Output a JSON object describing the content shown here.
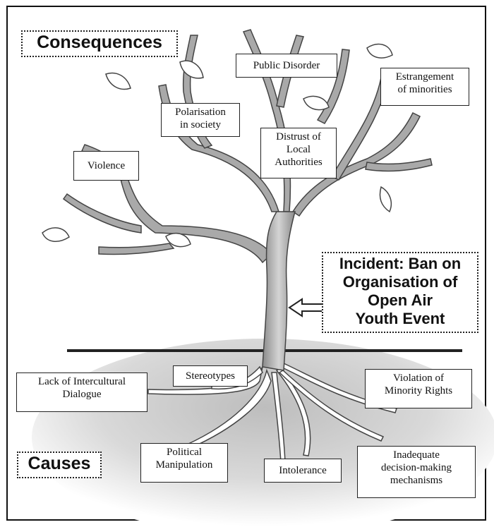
{
  "headings": {
    "consequences": "Consequences",
    "causes": "Causes",
    "incident": "Incident: Ban on\nOrganisation of\nOpen Air\nYouth Event"
  },
  "consequences": {
    "public_disorder": "Public Disorder",
    "estrangement": "Estrangement\nof minorities",
    "polarisation": "Polarisation\nin society",
    "distrust": "Distrust of\nLocal\nAuthorities",
    "violence": "Violence"
  },
  "causes": {
    "stereotypes": "Stereotypes",
    "lack_dialogue": "Lack of Intercultural\nDialogue",
    "minority_rights": "Violation of\nMinority Rights",
    "political": "Political\nManipulation",
    "intolerance": "Intolerance",
    "decision_making": "Inadequate\ndecision-making\nmechanisms"
  }
}
